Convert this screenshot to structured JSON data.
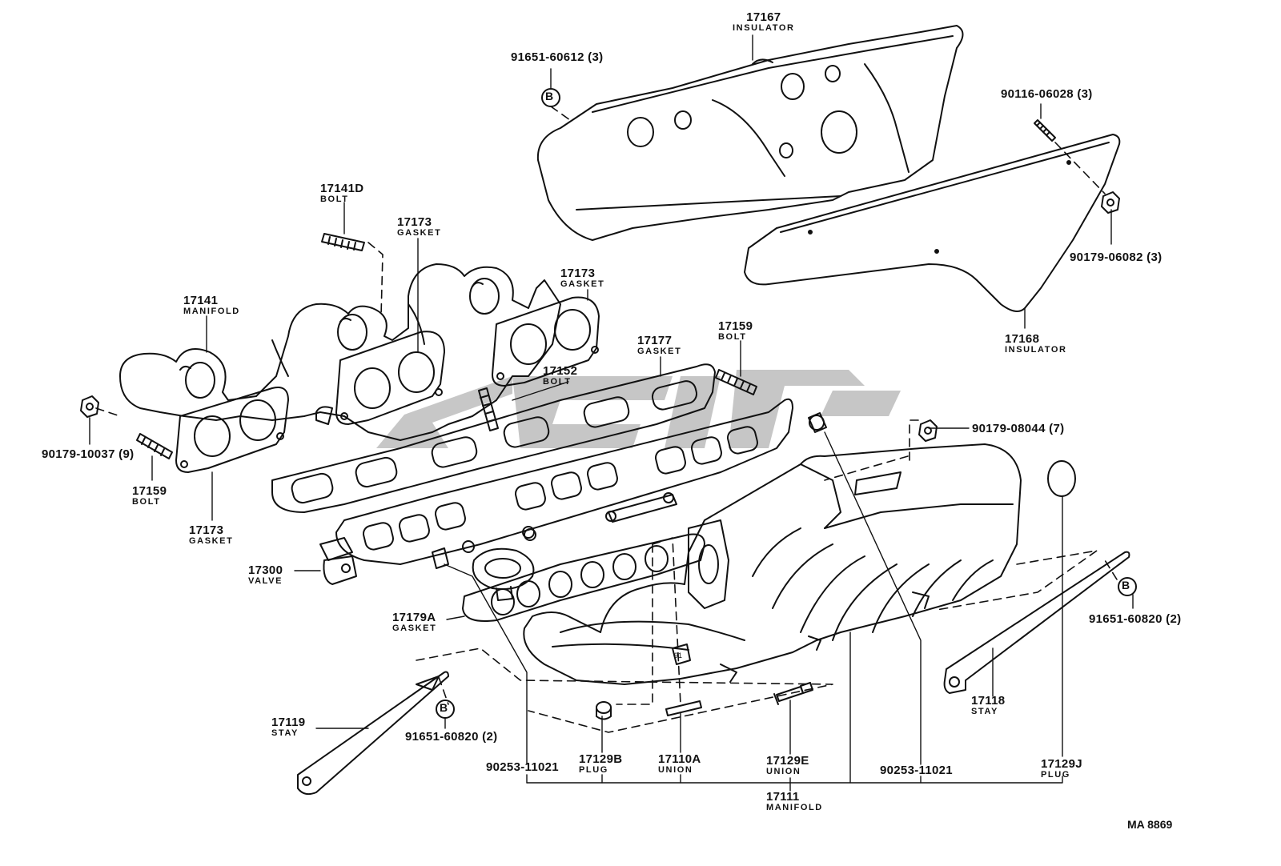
{
  "drawing_code": "MA 8869",
  "callout_letter": "B",
  "labels": {
    "p17167": {
      "part": "17167",
      "name": "INSULATOR"
    },
    "p91651_60612": {
      "part": "91651-60612 (3)"
    },
    "p90116_06028": {
      "part": "90116-06028 (3)"
    },
    "p90179_06082": {
      "part": "90179-06082 (3)"
    },
    "p17168": {
      "part": "17168",
      "name": "INSULATOR"
    },
    "p17141D": {
      "part": "17141D",
      "name": "BOLT"
    },
    "p17173_top": {
      "part": "17173",
      "name": "GASKET"
    },
    "p17173_right": {
      "part": "17173",
      "name": "GASKET"
    },
    "p17141": {
      "part": "17141",
      "name": "MANIFOLD"
    },
    "p17177": {
      "part": "17177",
      "name": "GASKET"
    },
    "p17159_top": {
      "part": "17159",
      "name": "BOLT"
    },
    "p17152": {
      "part": "17152",
      "name": "BOLT"
    },
    "p90179_10037": {
      "part": "90179-10037 (9)"
    },
    "p17159_left": {
      "part": "17159",
      "name": "BOLT"
    },
    "p17173_low": {
      "part": "17173",
      "name": "GASKET"
    },
    "p90179_08044": {
      "part": "90179-08044 (7)"
    },
    "p17300": {
      "part": "17300",
      "name": "VALVE"
    },
    "p17179A": {
      "part": "17179A",
      "name": "GASKET"
    },
    "p91651_60820_r": {
      "part": "91651-60820 (2)"
    },
    "p17118": {
      "part": "17118",
      "name": "STAY"
    },
    "p17119": {
      "part": "17119",
      "name": "STAY"
    },
    "p91651_60820_l": {
      "part": "91651-60820 (2)"
    },
    "p90253_11021_l": {
      "part": "90253-11021"
    },
    "p17129B": {
      "part": "17129B",
      "name": "PLUG"
    },
    "p17110A": {
      "part": "17110A",
      "name": "UNION"
    },
    "p17129E": {
      "part": "17129E",
      "name": "UNION"
    },
    "p90253_11021_r": {
      "part": "90253-11021"
    },
    "p17129J": {
      "part": "17129J",
      "name": "PLUG"
    },
    "p17111": {
      "part": "17111",
      "name": "MANIFOLD"
    }
  }
}
